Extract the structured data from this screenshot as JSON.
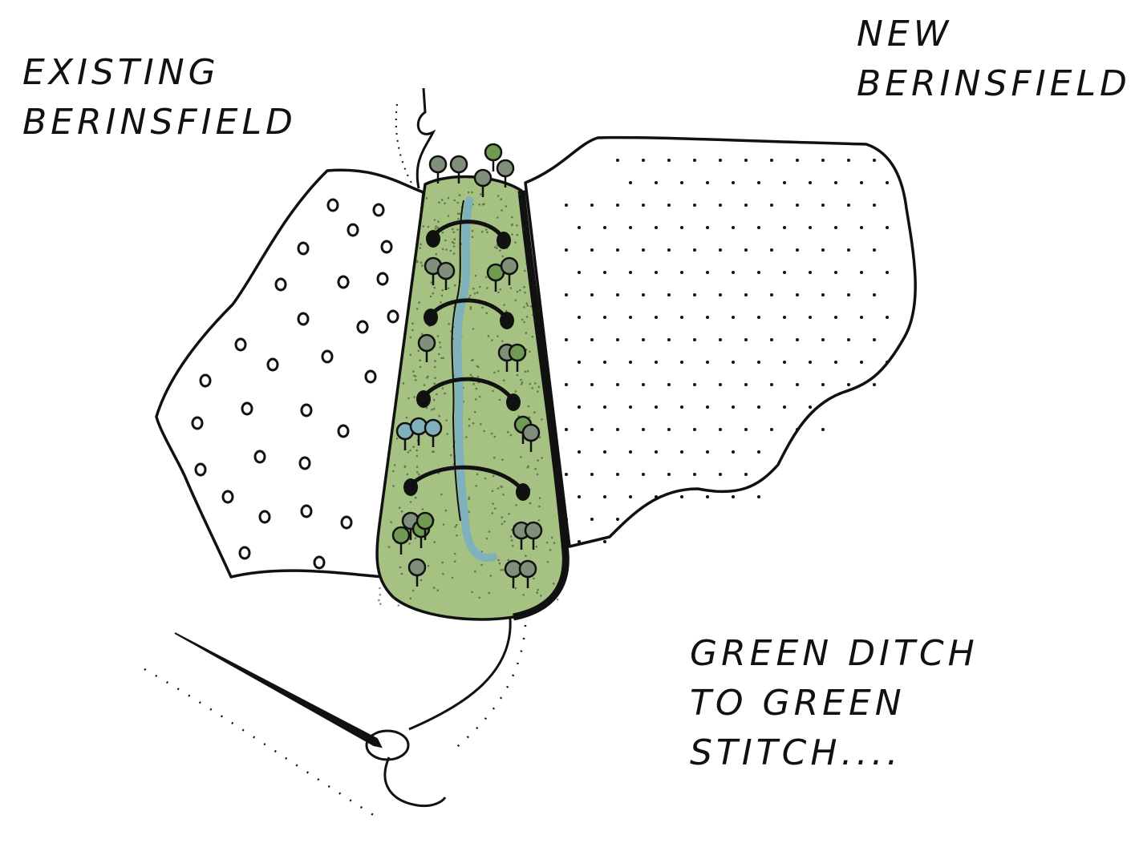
{
  "labels": {
    "existing": "EXISTING BERINSFIELD",
    "new": "NEW BERINSFIELD",
    "caption": "GREEN DITCH TO GREEN STITCH...."
  },
  "colors": {
    "ink": "#111111",
    "green_fill": "#98b878",
    "green_light": "#bcd19f",
    "tree_grey": "#7f8f7a",
    "tree_green": "#6f9a52",
    "water_blue": "#7fb1bd"
  }
}
